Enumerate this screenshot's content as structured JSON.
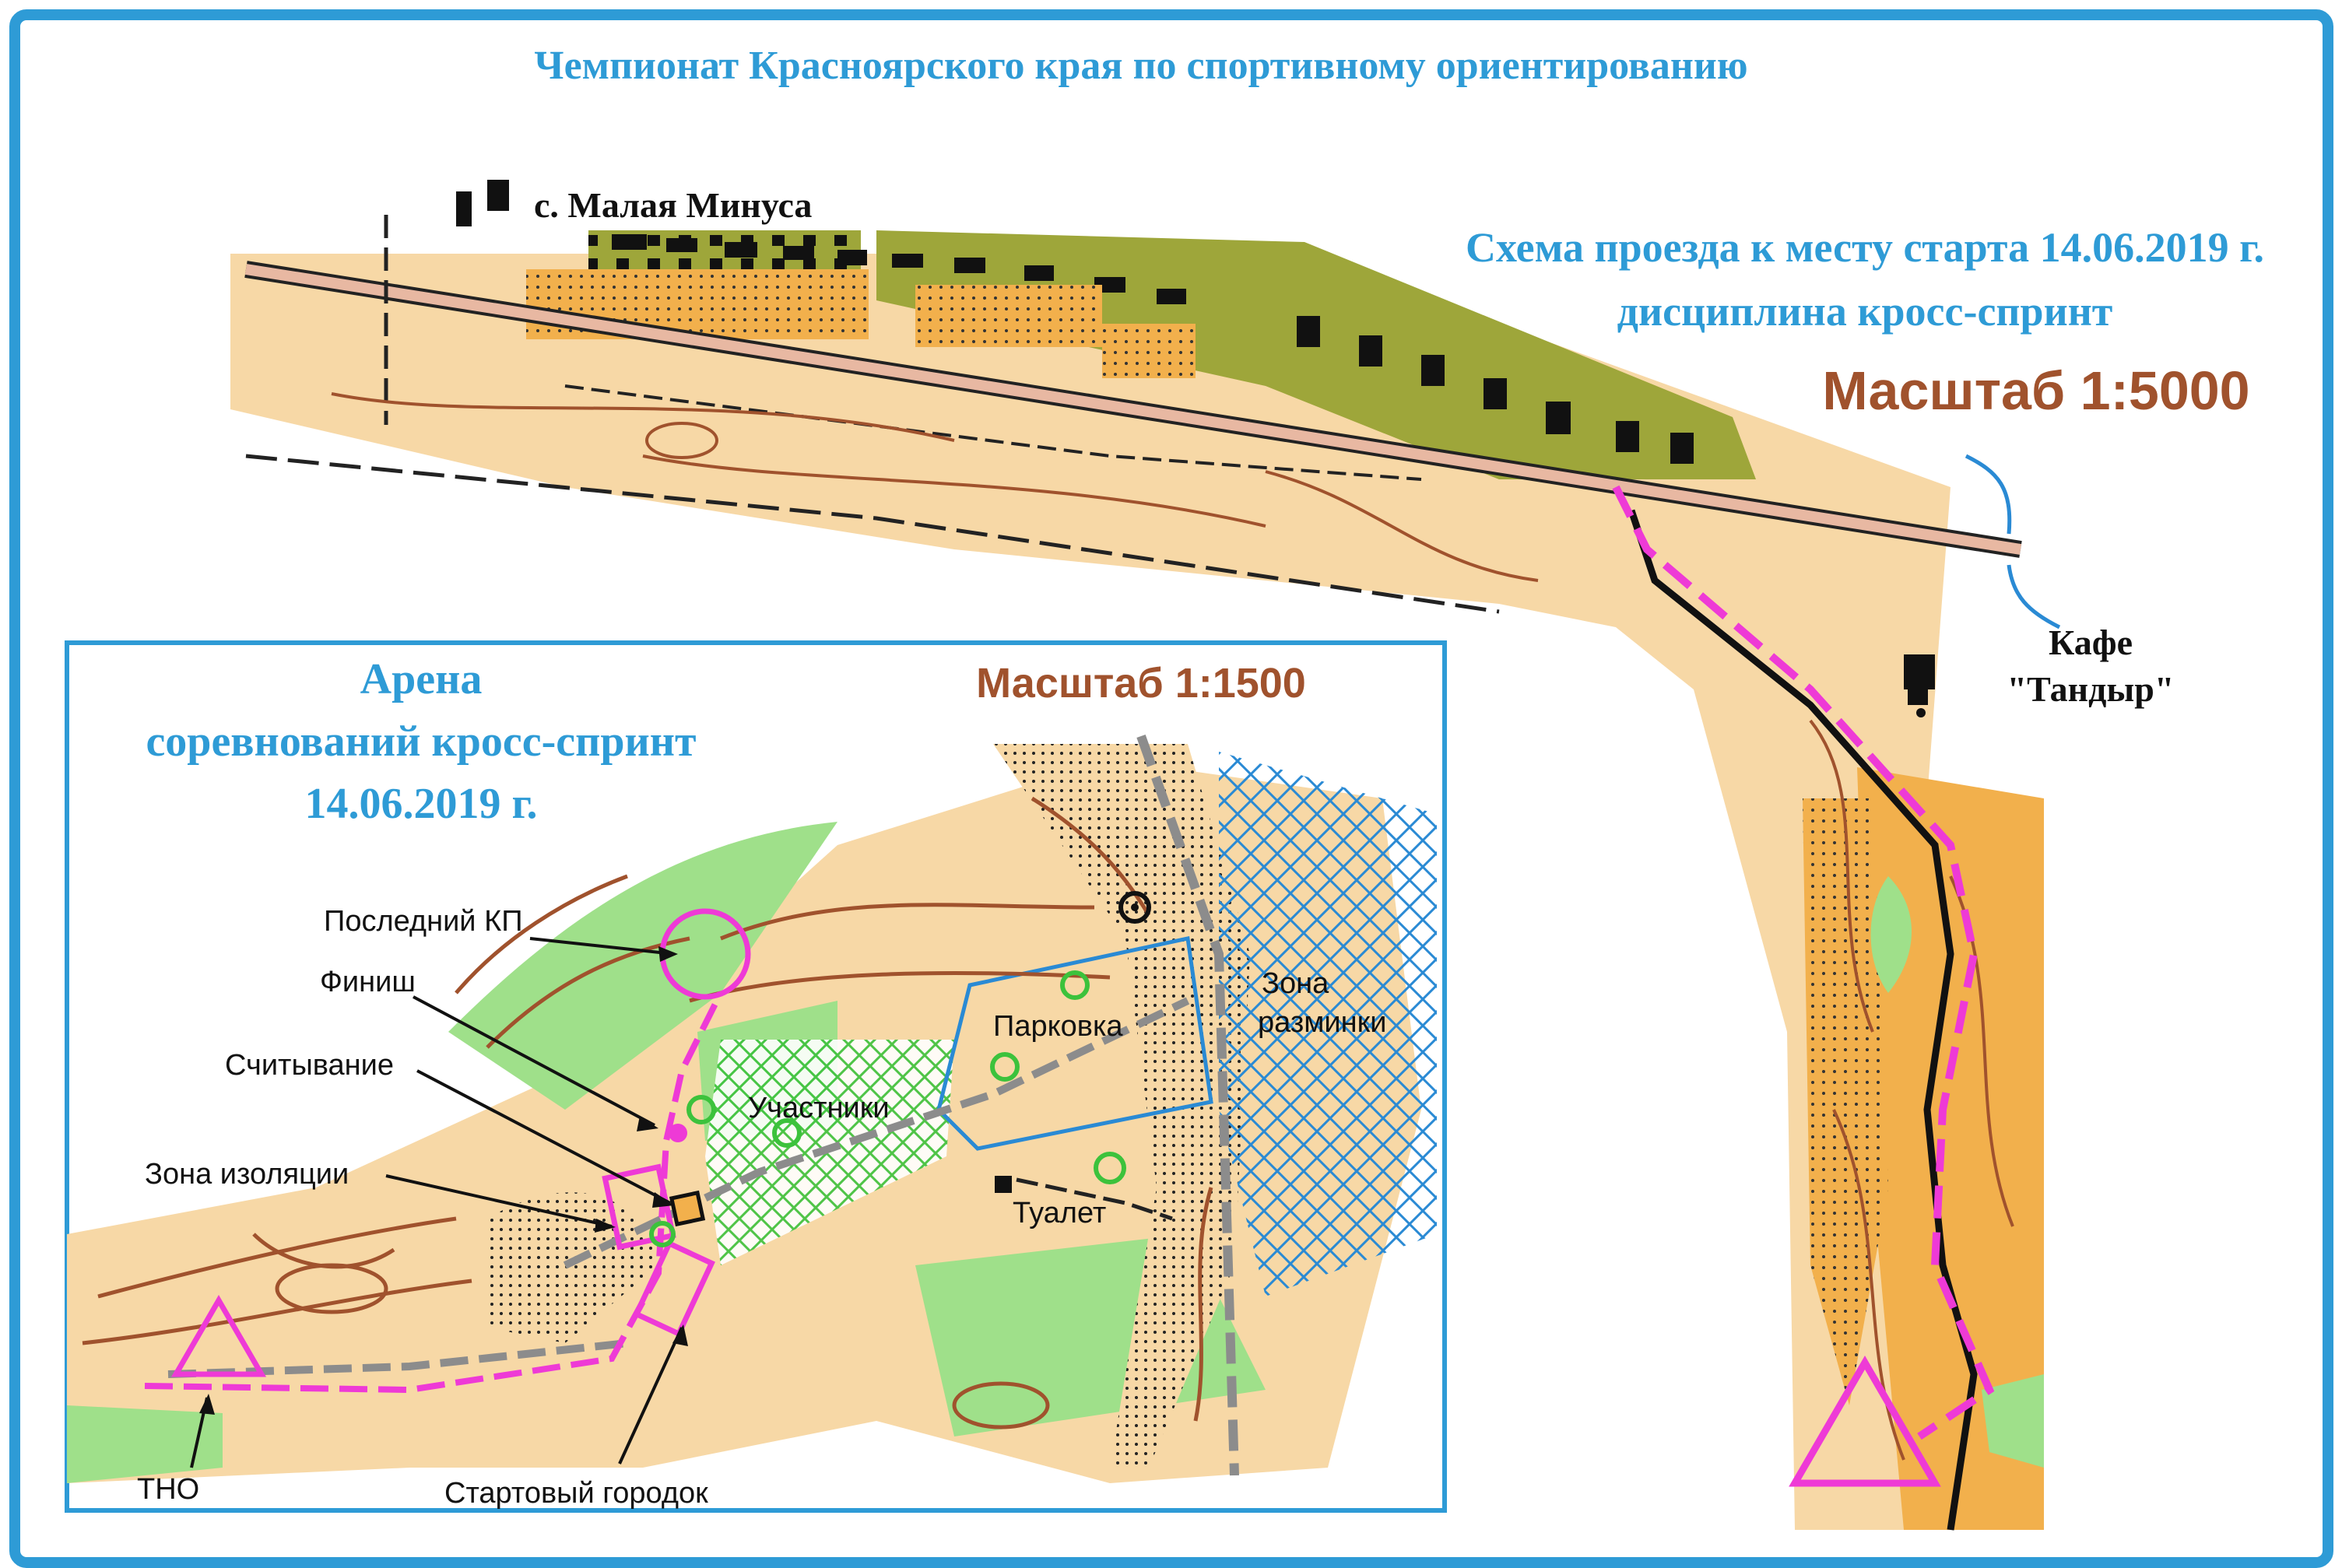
{
  "title": "Чемпионат Красноярского края по спортивному ориентированию",
  "village_label": "с. Малая Минуса",
  "route_scheme": {
    "line1": "Схема проезда к месту старта 14.06.2019 г.",
    "line2": "дисциплина кросс-спринт"
  },
  "main_scale": "Масштаб 1:5000",
  "cafe": {
    "line1": "Кафе",
    "line2": "\"Тандыр\""
  },
  "inset": {
    "heading_line1": "Арена",
    "heading_line2": "соревнований кросс-спринт",
    "heading_line3": "14.06.2019 г.",
    "scale": "Масштаб 1:1500",
    "labels": {
      "last_cp": "Последний КП",
      "finish": "Финиш",
      "readout": "Считывание",
      "isolation": "Зона изоляции",
      "tno": "ТНО",
      "start_town": "Стартовый городок",
      "parking": "Парковка",
      "participants": "Участники",
      "warmup_line1": "Зона",
      "warmup_line2": "разминки",
      "toilet": "Туалет"
    }
  },
  "colors": {
    "frame": "#2e9bd6",
    "title_text": "#2e9bd6",
    "scale_text": "#a0522d",
    "terrain_open": "#f7d8a6",
    "terrain_rough": "#f2b04c",
    "settlement": "#9ea63a",
    "forest_green": "#9fe08a",
    "contour": "#a0522d",
    "route_magenta": "#ee3ad6",
    "road": "#e8b8a2",
    "water_blue": "#2a8ad4",
    "track_gray": "#8c8c8c"
  },
  "icons": [
    "start-triangle-icon",
    "finish-circle-icon",
    "control-circle-icon",
    "toilet-square-icon",
    "cafe-building-icon",
    "water-arrow-icon"
  ]
}
